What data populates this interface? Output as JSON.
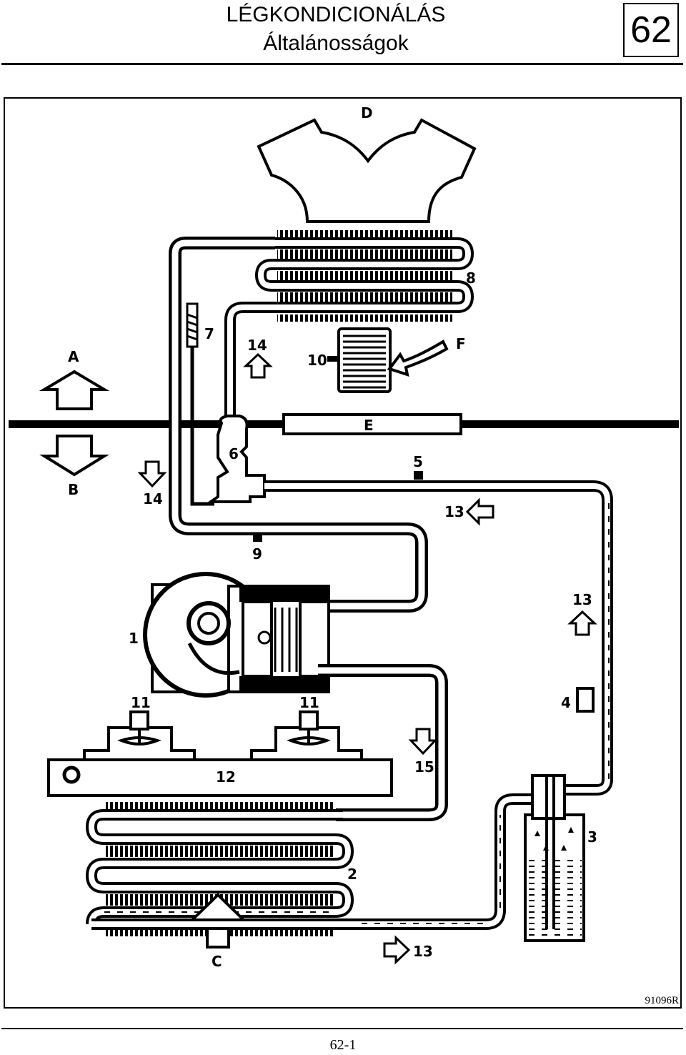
{
  "header": {
    "title": "LÉGKONDICIONÁLÁS",
    "subtitle": "Általánosságok",
    "chapter": "62"
  },
  "diagram": {
    "letters": {
      "A": "A",
      "B": "B",
      "C": "C",
      "D": "D",
      "E": "E",
      "F": "F"
    },
    "numbers": {
      "n1": "1",
      "n2": "2",
      "n3": "3",
      "n4": "4",
      "n5": "5",
      "n6": "6",
      "n7": "7",
      "n8": "8",
      "n9": "9",
      "n10": "10",
      "n11": "11",
      "n12": "12",
      "n13": "13",
      "n14": "14",
      "n15": "15"
    }
  },
  "footer": {
    "reference": "91096R",
    "page": "62-1"
  }
}
